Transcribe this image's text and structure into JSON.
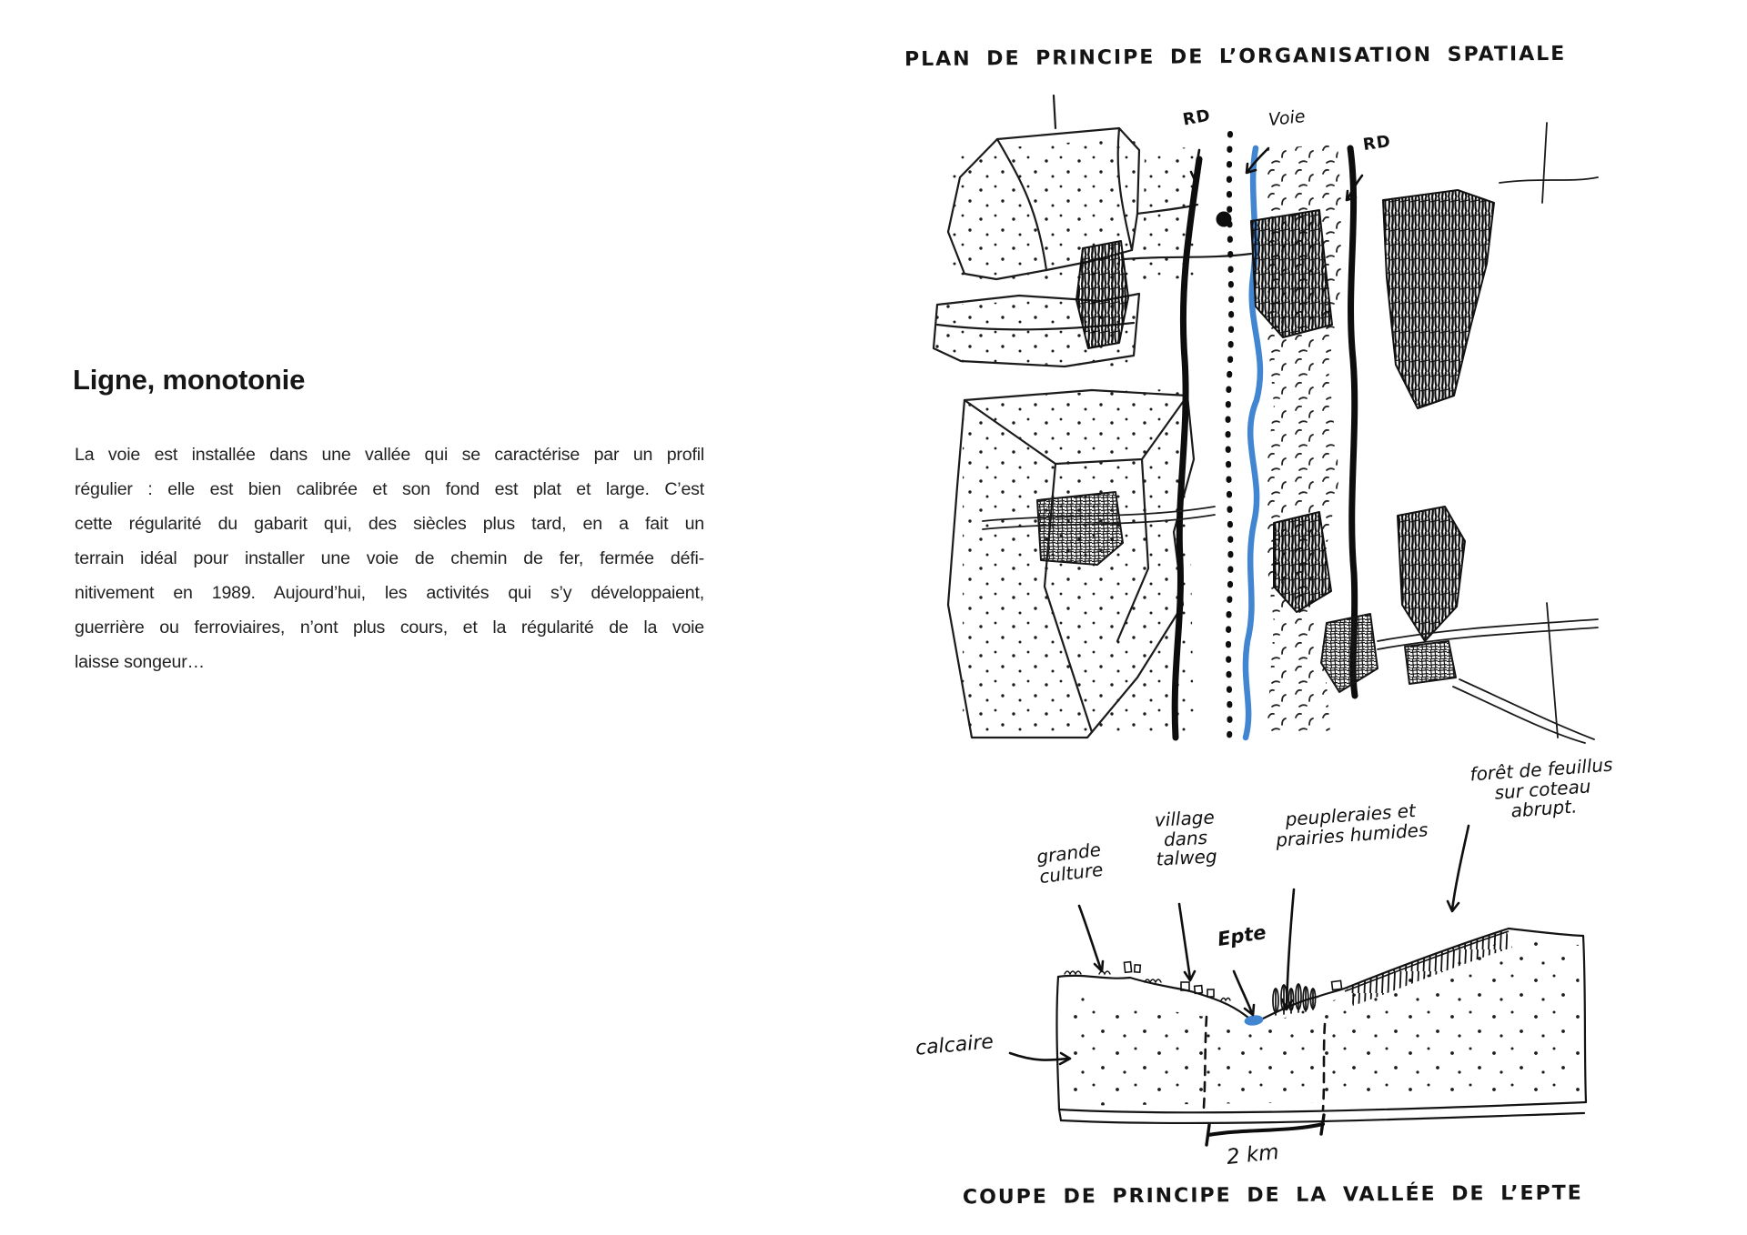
{
  "article": {
    "heading": "Ligne, monotonie",
    "lines": [
      "La voie est installée dans une vallée qui se caractérise par un profil",
      "régulier : elle est bien calibrée et son fond est plat et large. C’est",
      "cette régularité du gabarit qui, des siècles plus tard, en a fait un",
      "terrain idéal pour installer une voie de chemin de fer, fermée défi-",
      "nitivement en 1989. Aujourd’hui, les activités qui s’y développaient,",
      "guerrière ou ferroviaires, n’ont plus cours, et la régularité de la voie",
      "laisse songeur…"
    ]
  },
  "plan": {
    "title": "PLAN DE PRINCIPE DE L’ORGANISATION SPATIALE",
    "labels": {
      "rd_left": "RD",
      "voie": "Voie",
      "rd_right": "RD"
    }
  },
  "coupe": {
    "caption": "COUPE DE PRINCIPE DE LA VALLÉE DE L’EPTE",
    "labels": {
      "grande_culture": "grande\nculture",
      "village": "village\ndans\ntalweg",
      "epte": "Epte",
      "peupleraies": "peupleraies et\nprairies humides",
      "foret": "forêt de feuillus\nsur coteau\nabrupt.",
      "calcaire": "calcaire"
    },
    "scale_label": "2 km"
  },
  "colors": {
    "ink": "#151515",
    "river_blue": "#4285d0"
  }
}
